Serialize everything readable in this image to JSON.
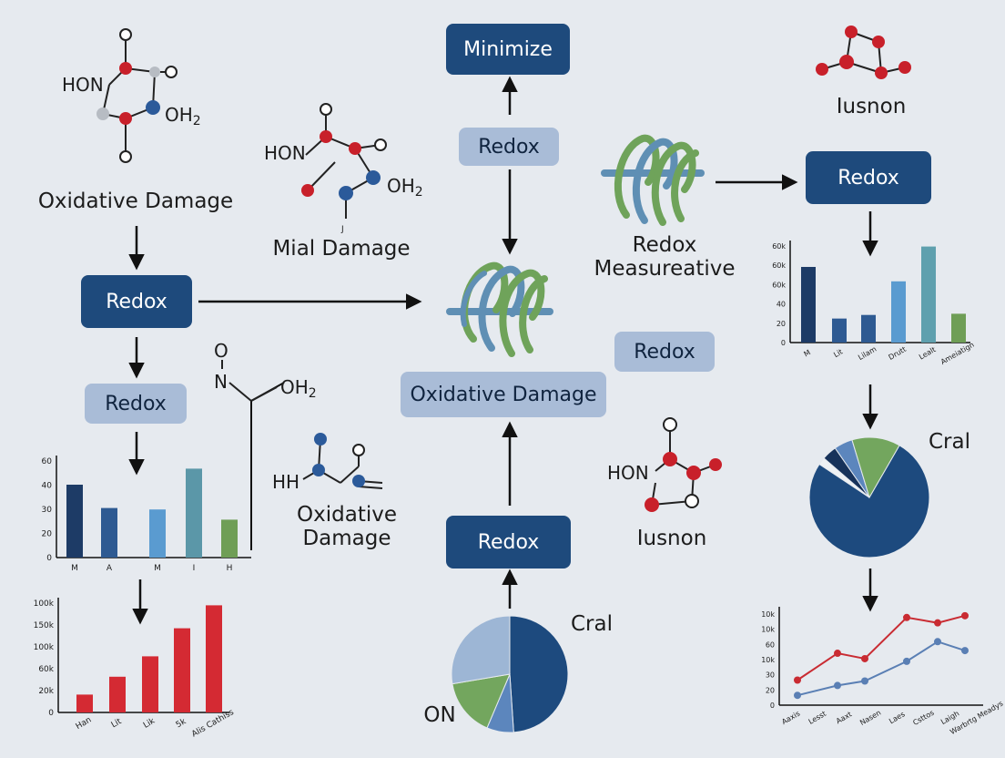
{
  "boxes": {
    "minimize": "Minimize",
    "redox_top": "Redox",
    "redox_right_top": "Redox",
    "redox_left_main": "Redox",
    "redox_left_light": "Redox",
    "redox_center_right": "Redox",
    "oxidative_center": "Oxidative Damage",
    "redox_bottom_center": "Redox"
  },
  "labels": {
    "oxidative_top_left": "Oxidative Damage",
    "mial_damage": "Mial Damage",
    "redox_measureative_line1": "Redox",
    "redox_measureative_line2": "Measureative",
    "iusnon_top": "Iusnon",
    "oxidative_mid_left_line1": "Oxidative",
    "oxidative_mid_left_line2": "Damage",
    "iusnon_mid": "Iusnon",
    "cral_right": "Cral",
    "cral_bottom": "Cral",
    "on_bottom": "ON"
  },
  "molecules": {
    "hon_a": "HON",
    "oh2_a": "OH",
    "sub_a": "2",
    "hon_b": "HON",
    "oh2_b": "OH",
    "sub_b": "2",
    "j_mark": "J",
    "o_c": "O",
    "n_c": "N",
    "oh2_c": "OH",
    "sub_c": "2",
    "hh_d": "HH",
    "hon_e": "HON"
  },
  "colors": {
    "dark_box": "#1e4a7c",
    "light_box": "#a9bcd7",
    "oxygen": "#c8202a",
    "nitrogen": "#2b5a9a",
    "carbon": "#b7bcc3",
    "protein_green": "#6fa35a",
    "protein_blue": "#5f8fb4"
  },
  "chart_data": [
    {
      "type": "bar",
      "categories": [
        "M",
        "A",
        "M",
        "I",
        "H"
      ],
      "values": [
        50,
        34,
        33,
        61,
        26
      ],
      "colors": [
        "#1d3b66",
        "#2e5a92",
        "#5a9bd0",
        "#5b97a8",
        "#6f9e56"
      ],
      "yticks": [
        "60",
        "40",
        "30",
        "20",
        "0"
      ],
      "ylim": [
        0,
        70
      ]
    },
    {
      "type": "bar",
      "categories": [
        "Han",
        "Lit",
        "Lik",
        "5k",
        "Alis Cathiss"
      ],
      "values": [
        14,
        28,
        44,
        66,
        84
      ],
      "colors": [
        "#d42a33",
        "#d42a33",
        "#d42a33",
        "#d42a33",
        "#d42a33"
      ],
      "yticks": [
        "100k",
        "150k",
        "100k",
        "60k",
        "20k",
        "0"
      ],
      "ylim": [
        0,
        90
      ]
    },
    {
      "type": "bar",
      "categories": [
        "M",
        "Lit",
        "Lilam",
        "Drutt",
        "Lealt",
        "Ameiatign"
      ],
      "values": [
        63,
        20,
        23,
        51,
        80,
        24
      ],
      "colors": [
        "#1d3b66",
        "#2e5a92",
        "#2e5a92",
        "#5a9bd0",
        "#5fa0ae",
        "#6f9e56"
      ],
      "yticks": [
        "60k",
        "60k",
        "60k",
        "40",
        "20",
        "0"
      ],
      "ylim": [
        0,
        85
      ]
    },
    {
      "type": "line",
      "categories": [
        "Aaxis",
        "Lesst",
        "Aaxt",
        "Nasen",
        "Laes",
        "Csttos",
        "Laigh",
        "Warbrtg Meadys"
      ],
      "series": [
        {
          "values": [
            28,
            58,
            52,
            98,
            92,
            100
          ],
          "color": "#c92b32"
        },
        {
          "values": [
            11,
            22,
            27,
            49,
            71,
            61
          ],
          "color": "#5a7fb4"
        }
      ],
      "yticks": [
        "10k",
        "10k",
        "60",
        "10k",
        "30",
        "20",
        "0"
      ],
      "ylim": [
        0,
        110
      ]
    },
    {
      "type": "pie",
      "values": [
        46,
        7,
        15,
        26
      ],
      "colors": [
        "#1d4a7e",
        "#5c86bd",
        "#73a65e",
        "#9db6d5"
      ]
    },
    {
      "type": "pie",
      "values": [
        76,
        2,
        4,
        5,
        13
      ],
      "colors": [
        "#1d4a7e",
        "#eef1f4",
        "#17325a",
        "#5c86bd",
        "#73a65e"
      ]
    }
  ]
}
